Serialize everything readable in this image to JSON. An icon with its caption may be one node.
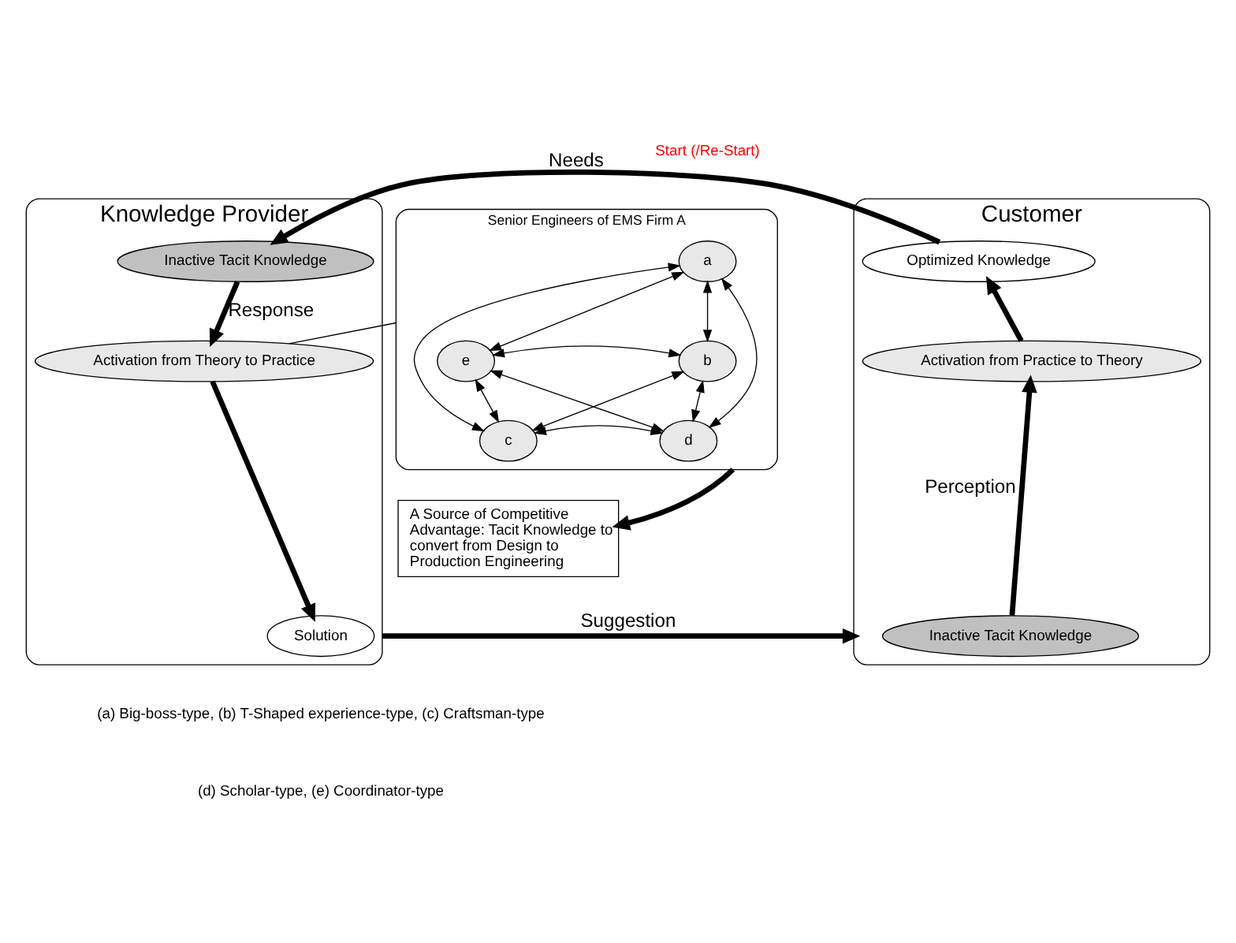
{
  "diagram": {
    "nodes": [
      {
        "text": [
          "Knowledge Provider"
        ]
      },
      {
        "text": [
          "Inactive Tacit Knowledge"
        ],
        "in": 0
      },
      {
        "text": [
          "Activation from Theory to Practice"
        ],
        "in": 0
      },
      {
        "text": [
          "Solution"
        ],
        "in": 0
      },
      {
        "text": [
          "Customer"
        ]
      },
      {
        "text": [
          "Optimized Knowledge"
        ],
        "in": 4
      },
      {
        "text": [
          "Activation from Practice to Theory"
        ],
        "in": 4
      },
      {
        "text": [
          "Inactive Tacit Knowledge"
        ],
        "in": 4
      },
      {
        "text": [
          "Senior Engineers of EMS Firm A"
        ]
      },
      {
        "text": [
          "a"
        ],
        "in": 8
      },
      {
        "text": [
          "b"
        ],
        "in": 8
      },
      {
        "text": [
          "c"
        ],
        "in": 8
      },
      {
        "text": [
          "d"
        ],
        "in": 8
      },
      {
        "text": [
          "e"
        ],
        "in": 8
      },
      {
        "text": [
          "A Source of Competitive Advantage: Tacit Knowledge to convert from Design to Production Engineering"
        ]
      }
    ],
    "edges": [
      {
        "from": 4,
        "to": 0,
        "arrow": "to",
        "label": "Needs",
        "style": "thick"
      },
      {
        "from": 1,
        "to": 2,
        "arrow": "to",
        "label": "Response",
        "style": "thick"
      },
      {
        "from": 2,
        "to": 3,
        "arrow": "to",
        "style": "thick"
      },
      {
        "from": 8,
        "to": 2,
        "arrow": "none"
      },
      {
        "from": 9,
        "to": 10,
        "arrow": "both"
      },
      {
        "from": 9,
        "to": 13,
        "arrow": "both"
      },
      {
        "from": 9,
        "to": 11,
        "arrow": "both"
      },
      {
        "from": 9,
        "to": 12,
        "arrow": "both"
      },
      {
        "from": 10,
        "to": 13,
        "arrow": "both"
      },
      {
        "from": 10,
        "to": 11,
        "arrow": "both"
      },
      {
        "from": 10,
        "to": 12,
        "arrow": "both"
      },
      {
        "from": 13,
        "to": 11,
        "arrow": "both"
      },
      {
        "from": 13,
        "to": 12,
        "arrow": "both"
      },
      {
        "from": 11,
        "to": 12,
        "arrow": "both"
      },
      {
        "from": 8,
        "to": 14,
        "arrow": "to",
        "style": "thick"
      },
      {
        "from": 0,
        "to": 4,
        "arrow": "to",
        "label": "Suggestion",
        "style": "thick"
      },
      {
        "from": 7,
        "to": 6,
        "arrow": "to",
        "label": "Perception",
        "style": "thick"
      },
      {
        "from": 6,
        "to": 5,
        "arrow": "to",
        "style": "thick"
      }
    ],
    "labels": [
      "Start (/Re-Start)",
      "(a) Big-boss-type, (b) T-Shaped experience-type, (c) Craftsman-type",
      "(d) Scholar-type, (e) Coordinator-type"
    ]
  }
}
